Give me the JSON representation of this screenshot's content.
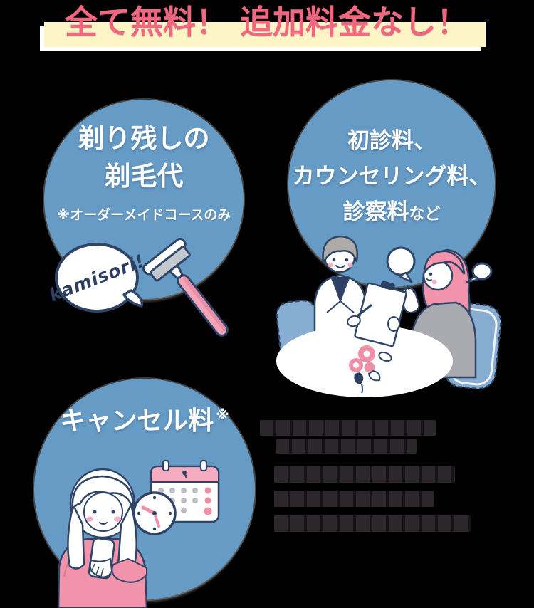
{
  "colors": {
    "background": "#000000",
    "accent_pink": "#f2677f",
    "highlight_yellow": "#fdf5c6",
    "circle_blue": "#669bc6",
    "outline_navy": "#2f4568",
    "illustration_pink": "#f193ab",
    "illustration_light_pink": "#f5abc0",
    "illustration_gray": "#a8aaaf",
    "chair_blue": "#87add2"
  },
  "header": {
    "title": "全て無料！ 追加料金なし！"
  },
  "cards": [
    {
      "title_line1": "剃り残しの",
      "title_line2": "剃毛代",
      "note": "※オーダーメイドコースのみ",
      "bubble_text": "kamisori!",
      "illustration": "razor-with-speech-bubble"
    },
    {
      "title_line1": "初診料、",
      "title_line2": "カウンセリング料、",
      "title_line3": "診察料",
      "title_suffix": "など",
      "illustration": "doctor-counseling-patient"
    },
    {
      "title": "キャンセル料",
      "title_sup": "※",
      "illustration": "woman-with-phone-clock-calendar"
    }
  ],
  "fine_print": {
    "redacted": true,
    "line_count": 5
  }
}
